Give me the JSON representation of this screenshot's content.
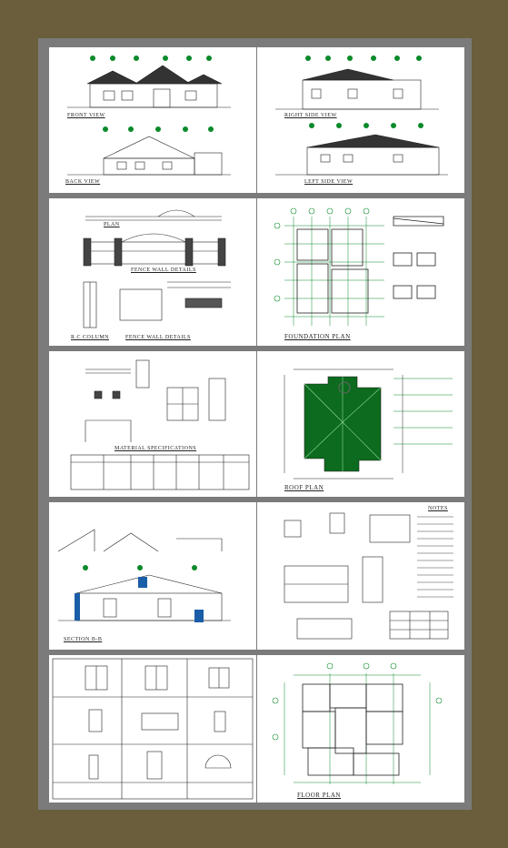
{
  "sheets": {
    "s1": {
      "front": "FRONT  VIEW",
      "back": "BACK  VIEW"
    },
    "s2": {
      "right": "RIGHT  SIDE  VIEW",
      "left": "LEFT  SIDE  VIEW"
    },
    "s3": {
      "plan": "PLAN",
      "fence": "FENCE WALL DETAILS",
      "column": "R.C COLUMN",
      "fence2": "FENCE WALL DETAILS"
    },
    "s4": {
      "foundation": "FOUNDATION  PLAN"
    },
    "s5": {
      "material": "MATERIAL SPECIFICATIONS"
    },
    "s6": {
      "roof": "ROOF  PLAN"
    },
    "s7": {
      "section": "SECTION  B-B"
    },
    "s8": {
      "notes": "NOTES"
    },
    "s10": {
      "floor": "FLOOR  PLAN"
    }
  }
}
